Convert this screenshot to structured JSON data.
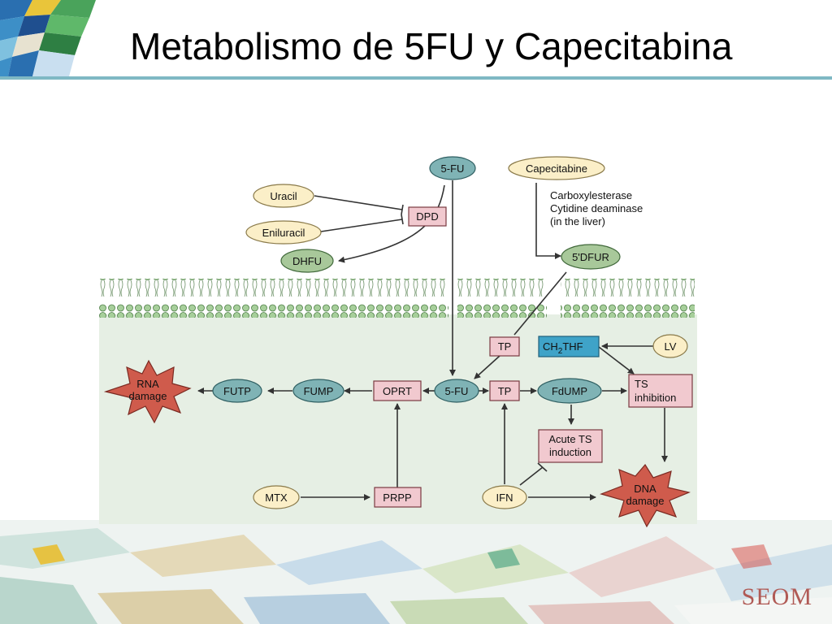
{
  "slide": {
    "title": "Metabolismo de 5FU y Capecitabina",
    "footer_logo_text": "SEOM"
  },
  "colors": {
    "title_rule": "#7fb8c4",
    "cell_interior": "#e6efe4",
    "teal_node": "#7fb3b5",
    "green_node": "#a8c89a",
    "cream_node": "#fbefc8",
    "pink_box": "#f1c9cf",
    "blue_box": "#3fa3c8",
    "star": "#cf5b4c",
    "seom": "#b05a55"
  },
  "diagram": {
    "nodes": {
      "fu_top": "5-FU",
      "capecitabine": "Capecitabine",
      "uracil": "Uracil",
      "dpd": "DPD",
      "eniluracil": "Eniluracil",
      "dhfu": "DHFU",
      "dfur": "5'DFUR",
      "enzymes": [
        "Carboxylesterase",
        "Cytidine deaminase",
        "(in the liver)"
      ],
      "tp_upper": "TP",
      "ch2thf_main": "CH",
      "ch2thf_sub": "2",
      "ch2thf_tail": "THF",
      "lv": "LV",
      "rna_damage": [
        "RNA",
        "damage"
      ],
      "futp": "FUTP",
      "fump": "FUMP",
      "oprt": "OPRT",
      "fu_cell": "5-FU",
      "tp_lower": "TP",
      "fdump": "FdUMP",
      "ts_inhibition": [
        "TS",
        "inhibition"
      ],
      "acute_ts": [
        "Acute TS",
        "induction"
      ],
      "mtx": "MTX",
      "prpp": "PRPP",
      "ifn": "IFN",
      "dna_damage": [
        "DNA",
        "damage"
      ]
    }
  }
}
